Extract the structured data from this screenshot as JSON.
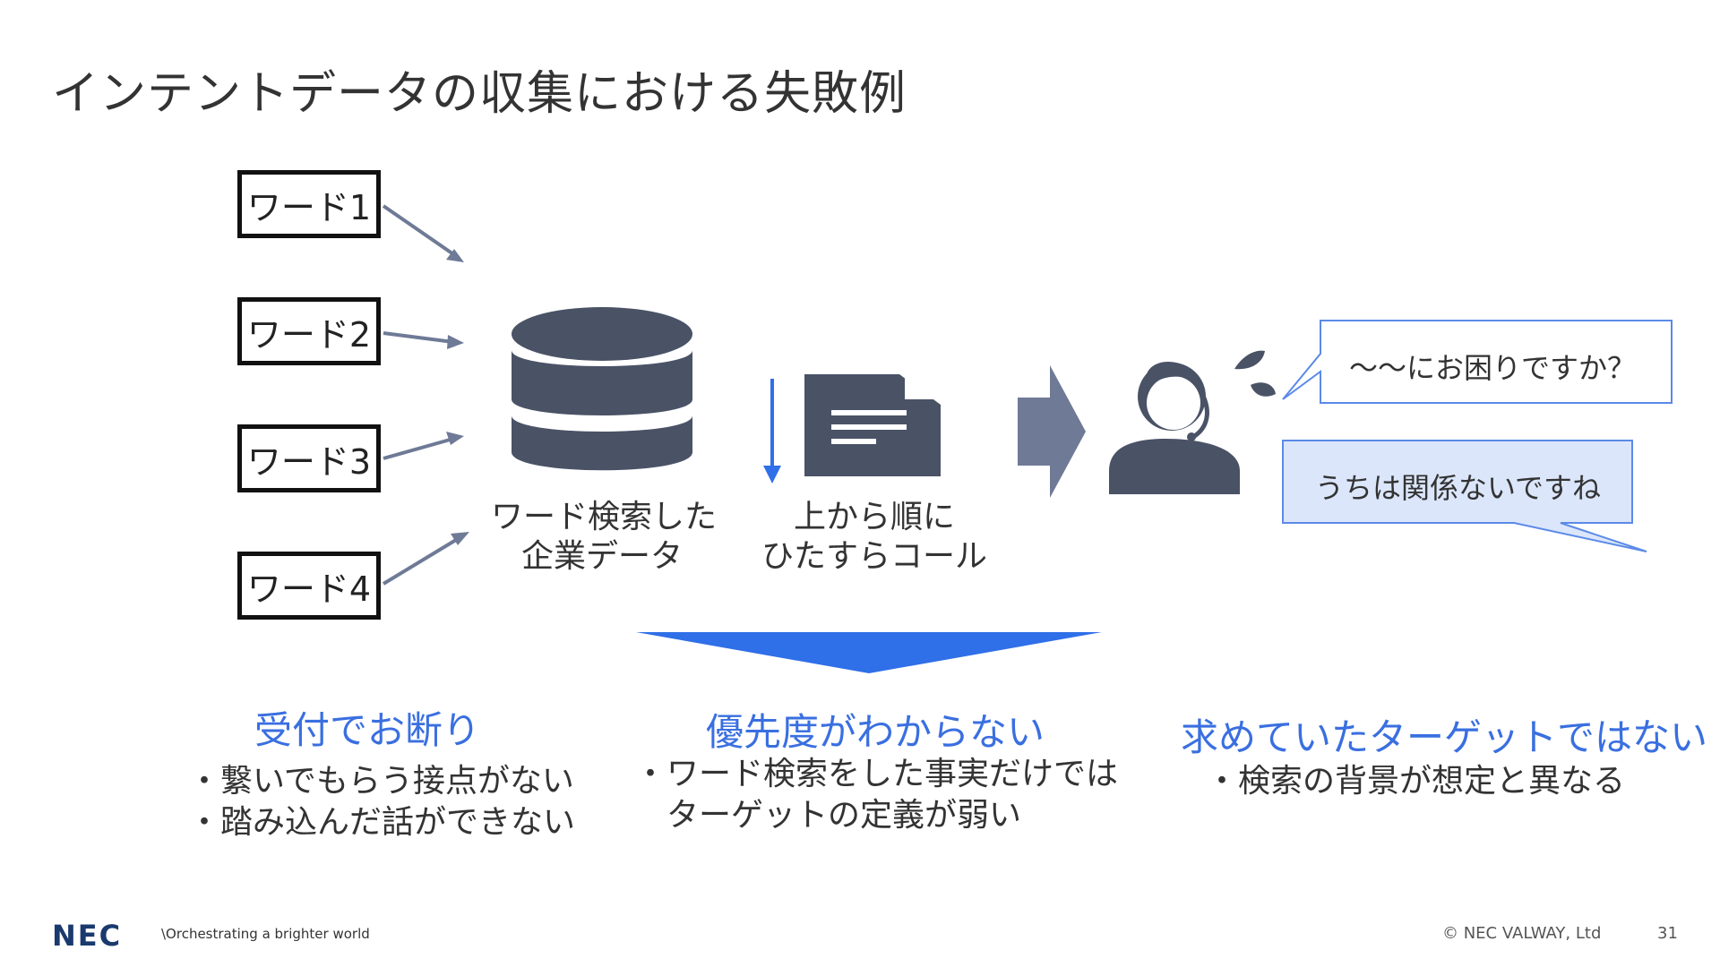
{
  "title": "インテントデータの収集における失敗例",
  "words": [
    "ワード1",
    "ワード2",
    "ワード3",
    "ワード4"
  ],
  "database_label": [
    "ワード検索した",
    "企業データ"
  ],
  "call_label": [
    "上から順に",
    "ひたすらコール"
  ],
  "bubble_operator": "～～にお困りですか？",
  "bubble_customer": "うちは関係ないですね",
  "results": [
    {
      "heading": "受付でお断り",
      "bullets": [
        "・繋いでもらう接点がない",
        "・踏み込んだ話ができない"
      ]
    },
    {
      "heading": "優先度がわからない",
      "bullets": [
        "・ワード検索をした事実だけでは",
        "　ターゲットの定義が弱い"
      ]
    },
    {
      "heading": "求めていたターゲットではない",
      "bullets": [
        "・検索の背景が想定と異なる"
      ]
    }
  ],
  "footer": {
    "logo": "NEC",
    "tagline": "\\Orchestrating a brighter world",
    "copyright": "© NEC VALWAY, Ltd",
    "page_number": "31"
  },
  "colors": {
    "icon_dark": "#4a5266",
    "arrow_gray": "#6e7a96",
    "accent_blue": "#2f6fe8",
    "bubble_fill": "#dbe6fb",
    "bubble_border": "#5b8ae8"
  }
}
